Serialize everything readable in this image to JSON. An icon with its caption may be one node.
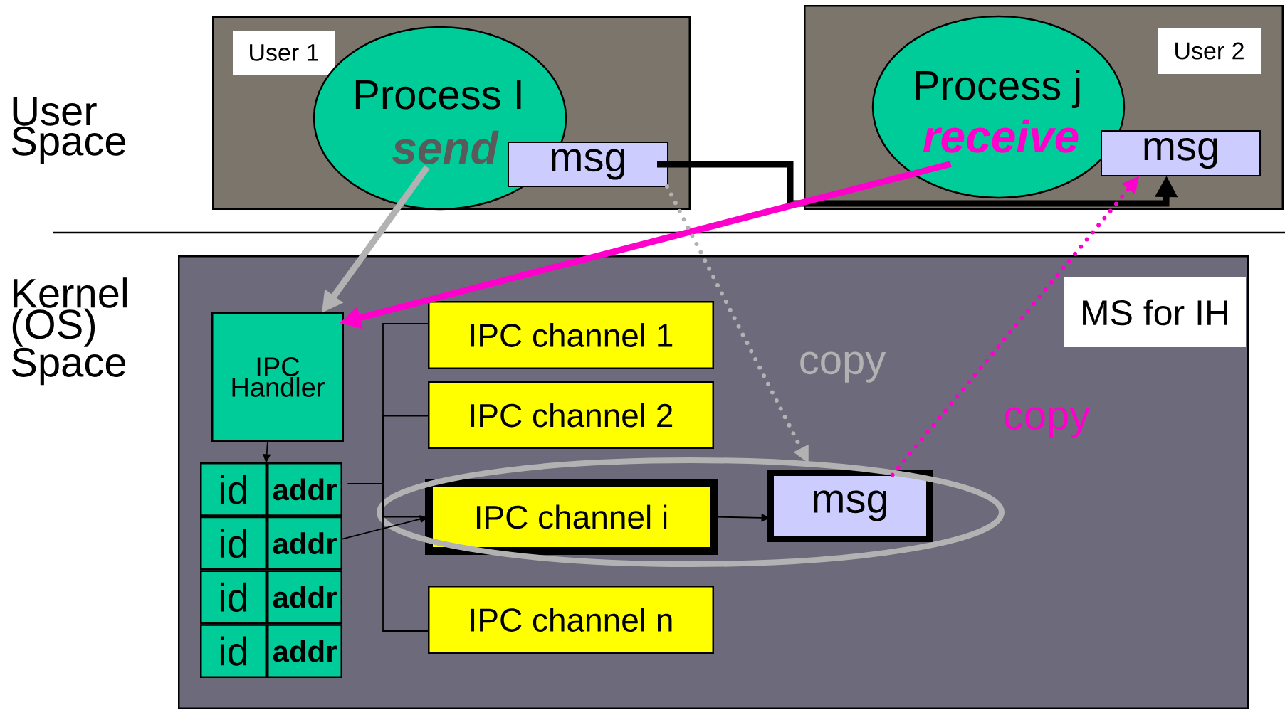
{
  "diagram": {
    "nodes": [
      {
        "text": [
          "User 1"
        ]
      },
      {
        "text": [
          "Process I",
          "send"
        ],
        "in": 0
      },
      {
        "text": [
          "msg"
        ],
        "in": 0
      },
      {
        "text": [
          "User 2"
        ]
      },
      {
        "text": [
          "Process j",
          "receive"
        ],
        "in": 3
      },
      {
        "text": [
          "msg"
        ],
        "in": 3
      },
      {
        "text": [],
        "shape": "box"
      },
      {
        "text": [
          "IPC Handler"
        ],
        "in": 6
      },
      {
        "text": [
          "id"
        ],
        "in": 6
      },
      {
        "text": [
          "addr"
        ],
        "in": 6
      },
      {
        "text": [
          "id"
        ],
        "in": 6
      },
      {
        "text": [
          "addr"
        ],
        "in": 6
      },
      {
        "text": [
          "id"
        ],
        "in": 6
      },
      {
        "text": [
          "addr"
        ],
        "in": 6
      },
      {
        "text": [
          "id"
        ],
        "in": 6
      },
      {
        "text": [
          "addr"
        ],
        "in": 6
      },
      {
        "text": [
          "IPC channel 1"
        ],
        "in": 6
      },
      {
        "text": [
          "IPC channel 2"
        ],
        "in": 6
      },
      {
        "text": [
          "IPC channel i"
        ],
        "in": 6
      },
      {
        "text": [
          "IPC channel n"
        ],
        "in": 6
      },
      {
        "text": [
          "msg"
        ],
        "in": 6
      },
      {
        "text": [
          "MS for IH"
        ],
        "in": 6
      }
    ],
    "edges": [
      {
        "from": 2,
        "to": 5,
        "arrow": "to",
        "style": "thick"
      },
      {
        "from": 1,
        "to": 7,
        "arrow": "to",
        "style": "thick",
        "color": "#b2b2b2"
      },
      {
        "from": 4,
        "to": 7,
        "arrow": "to",
        "style": "thick",
        "color": "#ff00cc"
      },
      {
        "from": 7,
        "to": 8,
        "arrow": "to"
      },
      {
        "from": 9,
        "to": 16,
        "arrow": "none"
      },
      {
        "from": 9,
        "to": 17,
        "arrow": "none"
      },
      {
        "from": 9,
        "to": 18,
        "arrow": "none"
      },
      {
        "from": 9,
        "to": 19,
        "arrow": "none"
      },
      {
        "from": 11,
        "to": 18,
        "arrow": "to"
      },
      {
        "from": 18,
        "to": 20,
        "arrow": "to"
      },
      {
        "from": 2,
        "to": 20,
        "arrow": "to",
        "style": "dashed",
        "color": "#b2b2b2",
        "label": "copy"
      },
      {
        "from": 20,
        "to": 5,
        "arrow": "to",
        "style": "dashed",
        "color": "#ff00cc",
        "label": "copy"
      }
    ],
    "labels": [
      "User Space",
      "Kernel (OS) Space"
    ]
  }
}
